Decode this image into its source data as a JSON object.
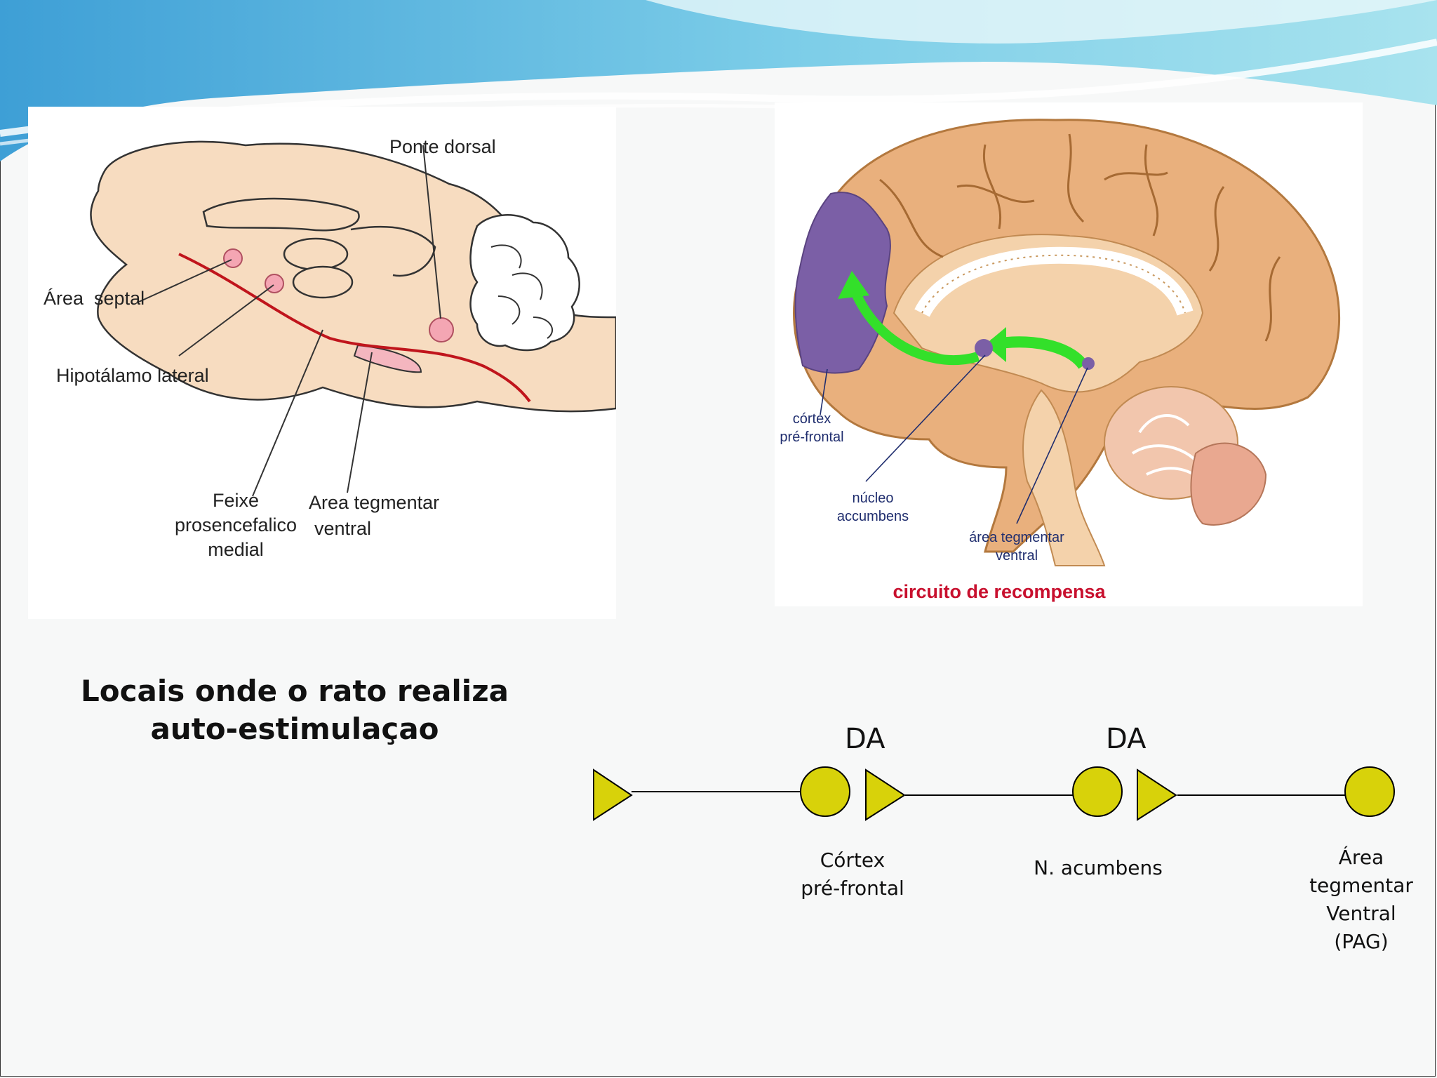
{
  "rat_diagram": {
    "labels": {
      "ponte_dorsal": "Ponte dorsal",
      "area_septal": "Área  septal",
      "hipotalamo_lateral": "Hipotálamo lateral",
      "feixe_line1": "Feixe",
      "feixe_line2": "prosencefalico",
      "feixe_line3": "medial",
      "atv_line1": "Area tegmentar",
      "atv_line2": "ventral"
    },
    "colors": {
      "brain_fill": "#f7dcc0",
      "pathway": "#c0151c",
      "site_fill": "#f4a6b3"
    }
  },
  "human_diagram": {
    "labels": {
      "cortex_line1": "córtex",
      "cortex_line2": "pré-frontal",
      "nucleo_line1": "núcleo",
      "nucleo_line2": "accumbens",
      "atv_line1": "área tegmentar",
      "atv_line2": "ventral"
    },
    "caption": "circuito de recompensa",
    "colors": {
      "caption": "#c8102e",
      "label_text": "#1f2d6e",
      "prefrontal": "#7b5fa6",
      "arrow": "#33e02a"
    }
  },
  "title": {
    "line1": "Locais onde o rato realiza",
    "line2": "auto-estimulaçao"
  },
  "circuit": {
    "da_label_1": "DA",
    "da_label_2": "DA",
    "nodes": {
      "cortex": {
        "line1": "Córtex",
        "line2": "pré-frontal"
      },
      "accumbens": {
        "line1": "N. acumbens"
      },
      "atv": {
        "line1": "Área",
        "line2": "tegmentar",
        "line3": "Ventral",
        "line4": "(PAG)"
      }
    },
    "colors": {
      "node_fill": "#d8d20a",
      "line": "#000000"
    }
  }
}
